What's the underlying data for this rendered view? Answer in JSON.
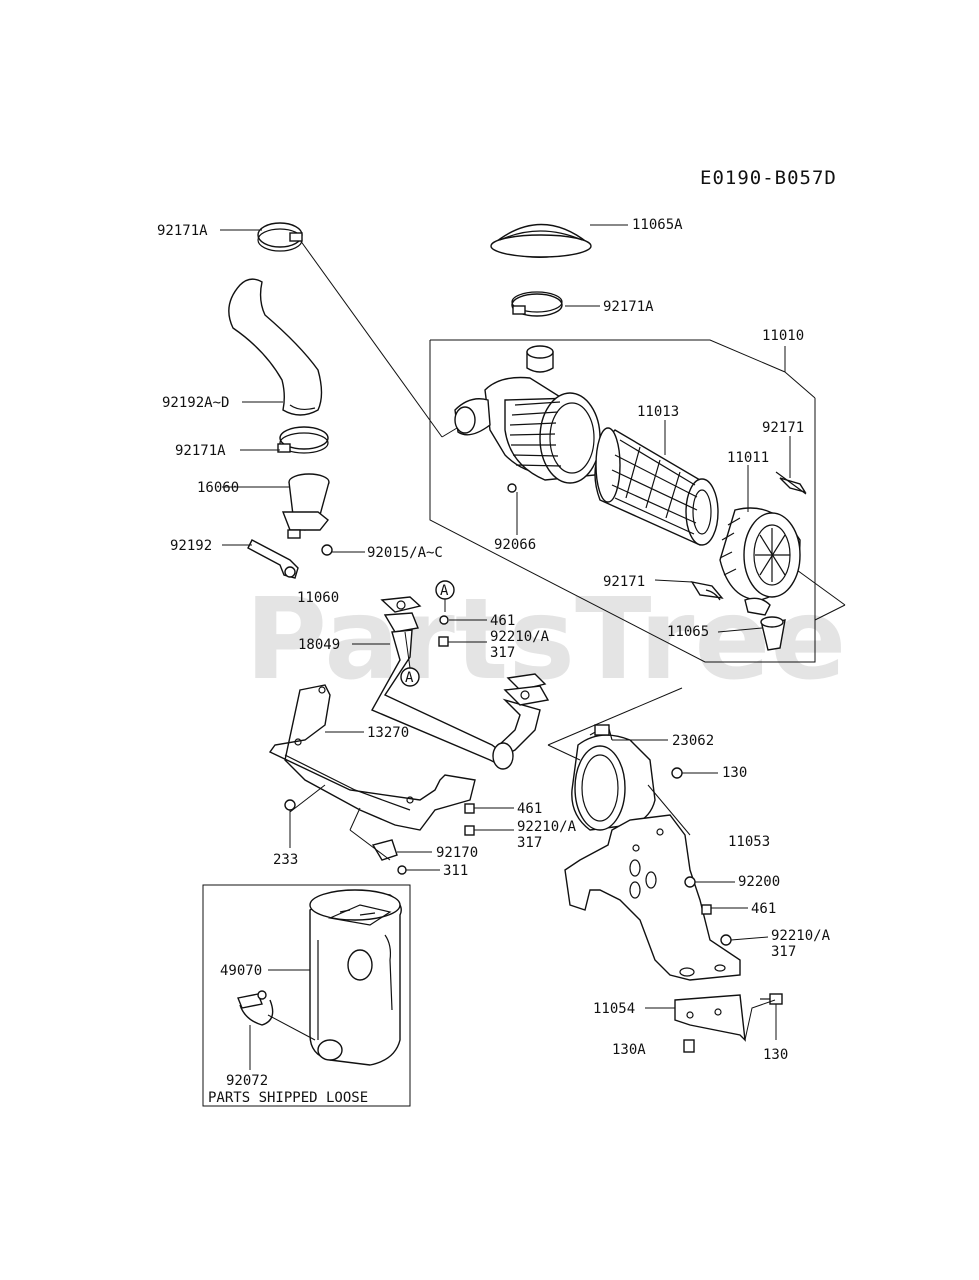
{
  "diagram": {
    "code": "E0190-B057D",
    "watermark": "PartsTree",
    "box_caption": "PARTS SHIPPED LOOSE",
    "labels": {
      "l92171a_1": "92171A",
      "l11065a": "11065A",
      "l92171a_2": "92171A",
      "l11010": "11010",
      "l11013": "11013",
      "l92171_1": "92171",
      "l11011": "11011",
      "l92192ad": "92192A~D",
      "l92171a_3": "92171A",
      "l16060": "16060",
      "l92066": "92066",
      "l92192": "92192",
      "l92015": "92015/A~C",
      "l92171_2": "92171",
      "l11060": "11060",
      "l461_1": "461",
      "l18049": "18049",
      "l92210_1": "92210/A",
      "l317_1": "317",
      "l11065": "11065",
      "l13270": "13270",
      "l23062": "23062",
      "l130_1": "130",
      "l461_2": "461",
      "l233": "233",
      "l92210_2": "92210/A",
      "l317_2": "317",
      "l11053": "11053",
      "l92170": "92170",
      "l311": "311",
      "l92200": "92200",
      "l461_3": "461",
      "l92210_3": "92210/A",
      "l317_3": "317",
      "l49070": "49070",
      "l11054": "11054",
      "l130a": "130A",
      "l130_2": "130",
      "l92072": "92072",
      "markerA1": "A",
      "markerA2": "A"
    }
  }
}
